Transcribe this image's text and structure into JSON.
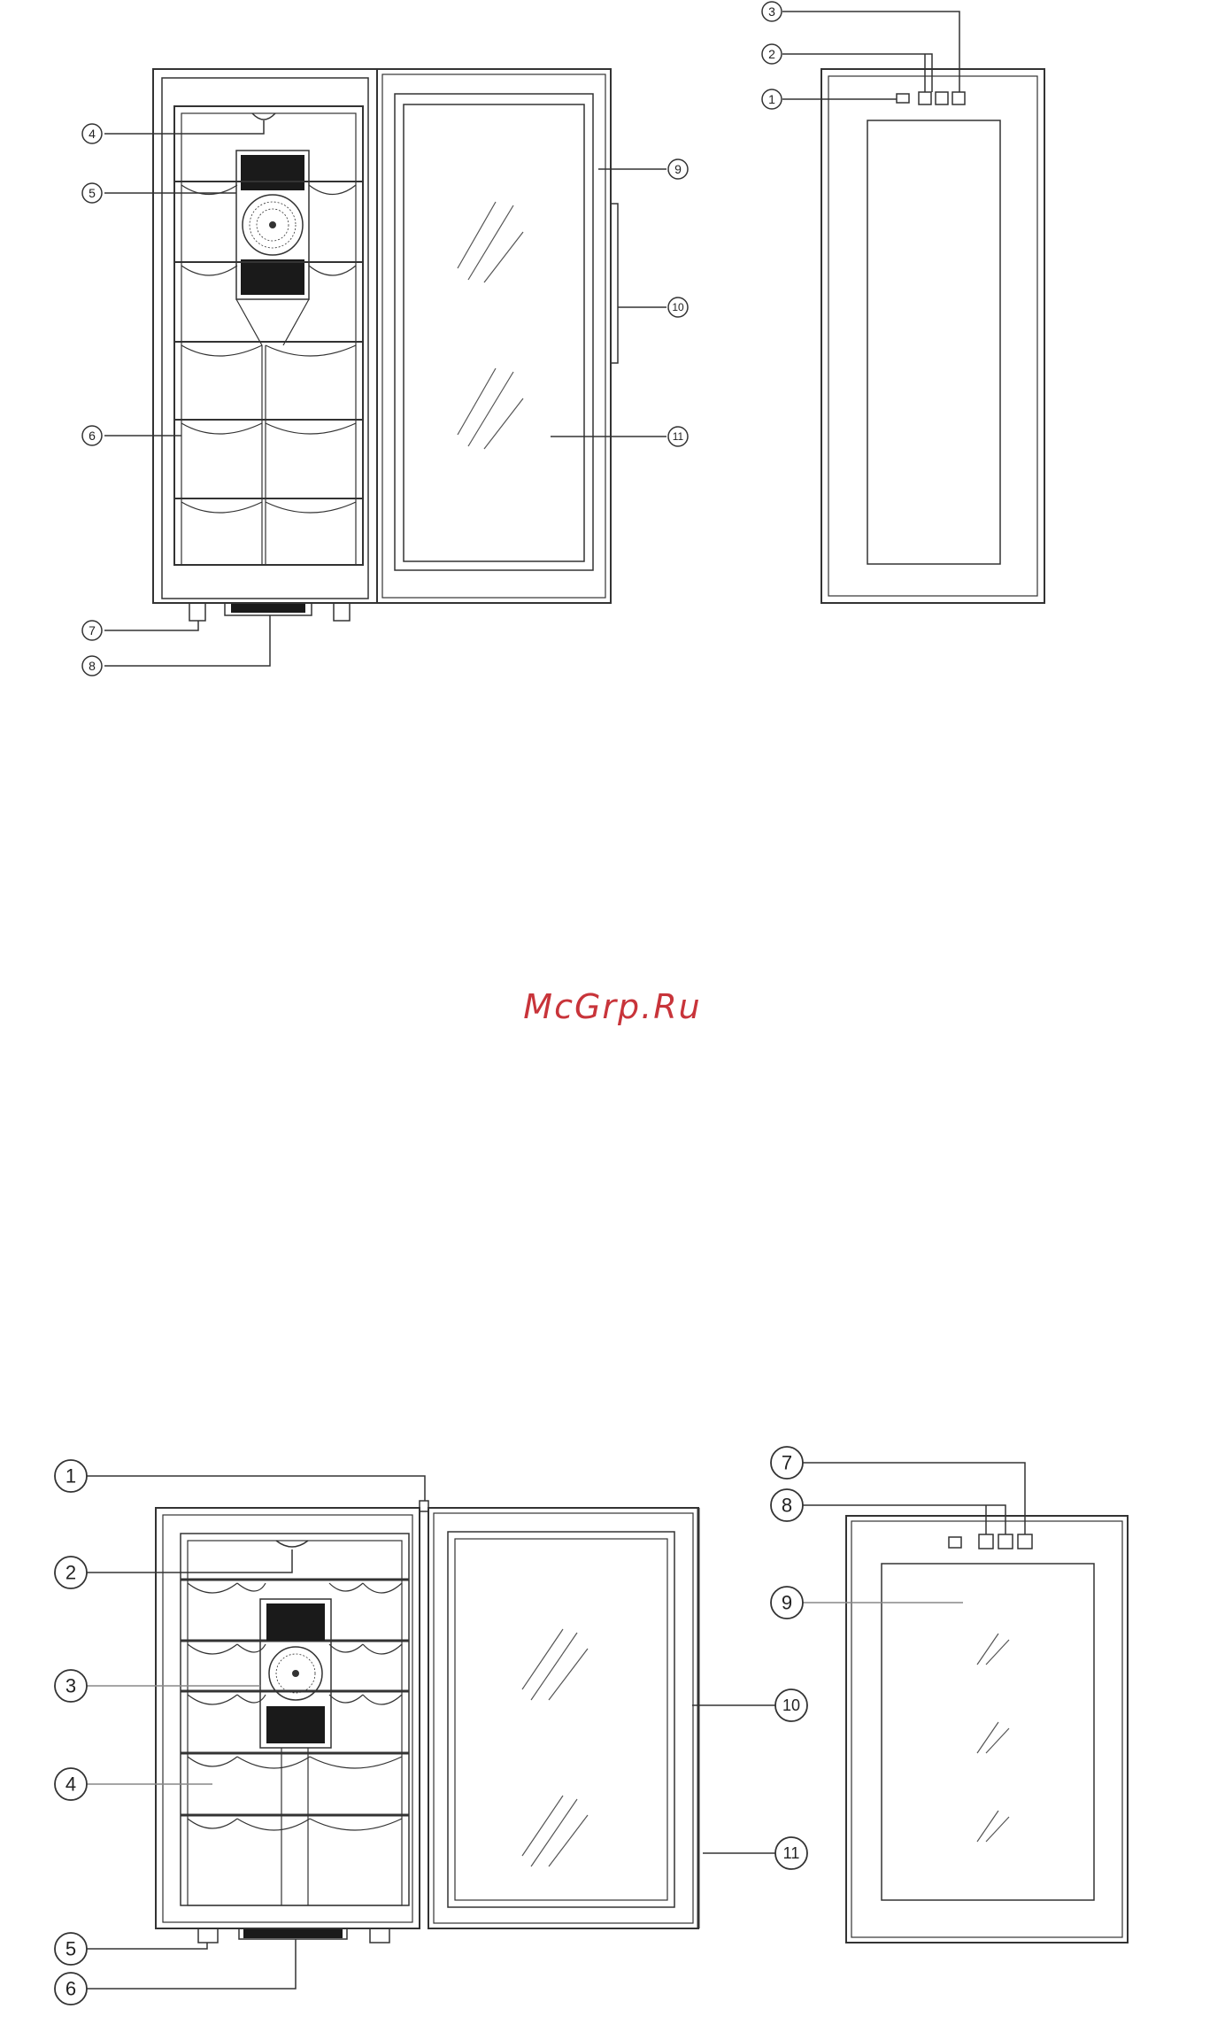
{
  "watermark": {
    "text": "McGrp.Ru",
    "color": "#c8343a"
  },
  "figure_top": {
    "callouts": [
      "1",
      "2",
      "3",
      "4",
      "5",
      "6",
      "7",
      "8",
      "9",
      "10",
      "11"
    ]
  },
  "figure_bottom": {
    "callouts": [
      "1",
      "2",
      "3",
      "4",
      "5",
      "6",
      "7",
      "8",
      "9",
      "10",
      "11"
    ]
  },
  "colors": {
    "line": "#333333",
    "light": "#777777",
    "dark": "#1a1a1a"
  }
}
